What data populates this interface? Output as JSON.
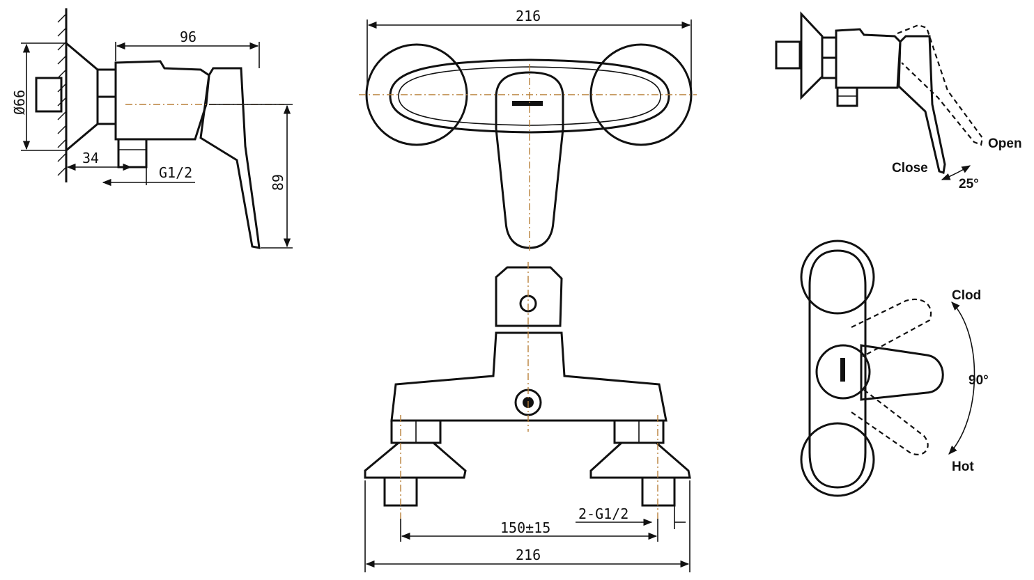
{
  "side_view": {
    "dim_length": "96",
    "dim_diameter": "Ø66",
    "dim_offset": "34",
    "dim_thread": "G1/2",
    "dim_height": "89"
  },
  "front_view": {
    "dim_top_width": "216",
    "dim_bottom_width": "216",
    "dim_center_distance": "150±15",
    "dim_inlet_thread": "2-G1/2"
  },
  "handle_angle_view": {
    "label_open": "Open",
    "label_close": "Close",
    "angle": "25°"
  },
  "handle_rotation_view": {
    "label_cold": "Clod",
    "label_hot": "Hot",
    "angle": "90°"
  }
}
